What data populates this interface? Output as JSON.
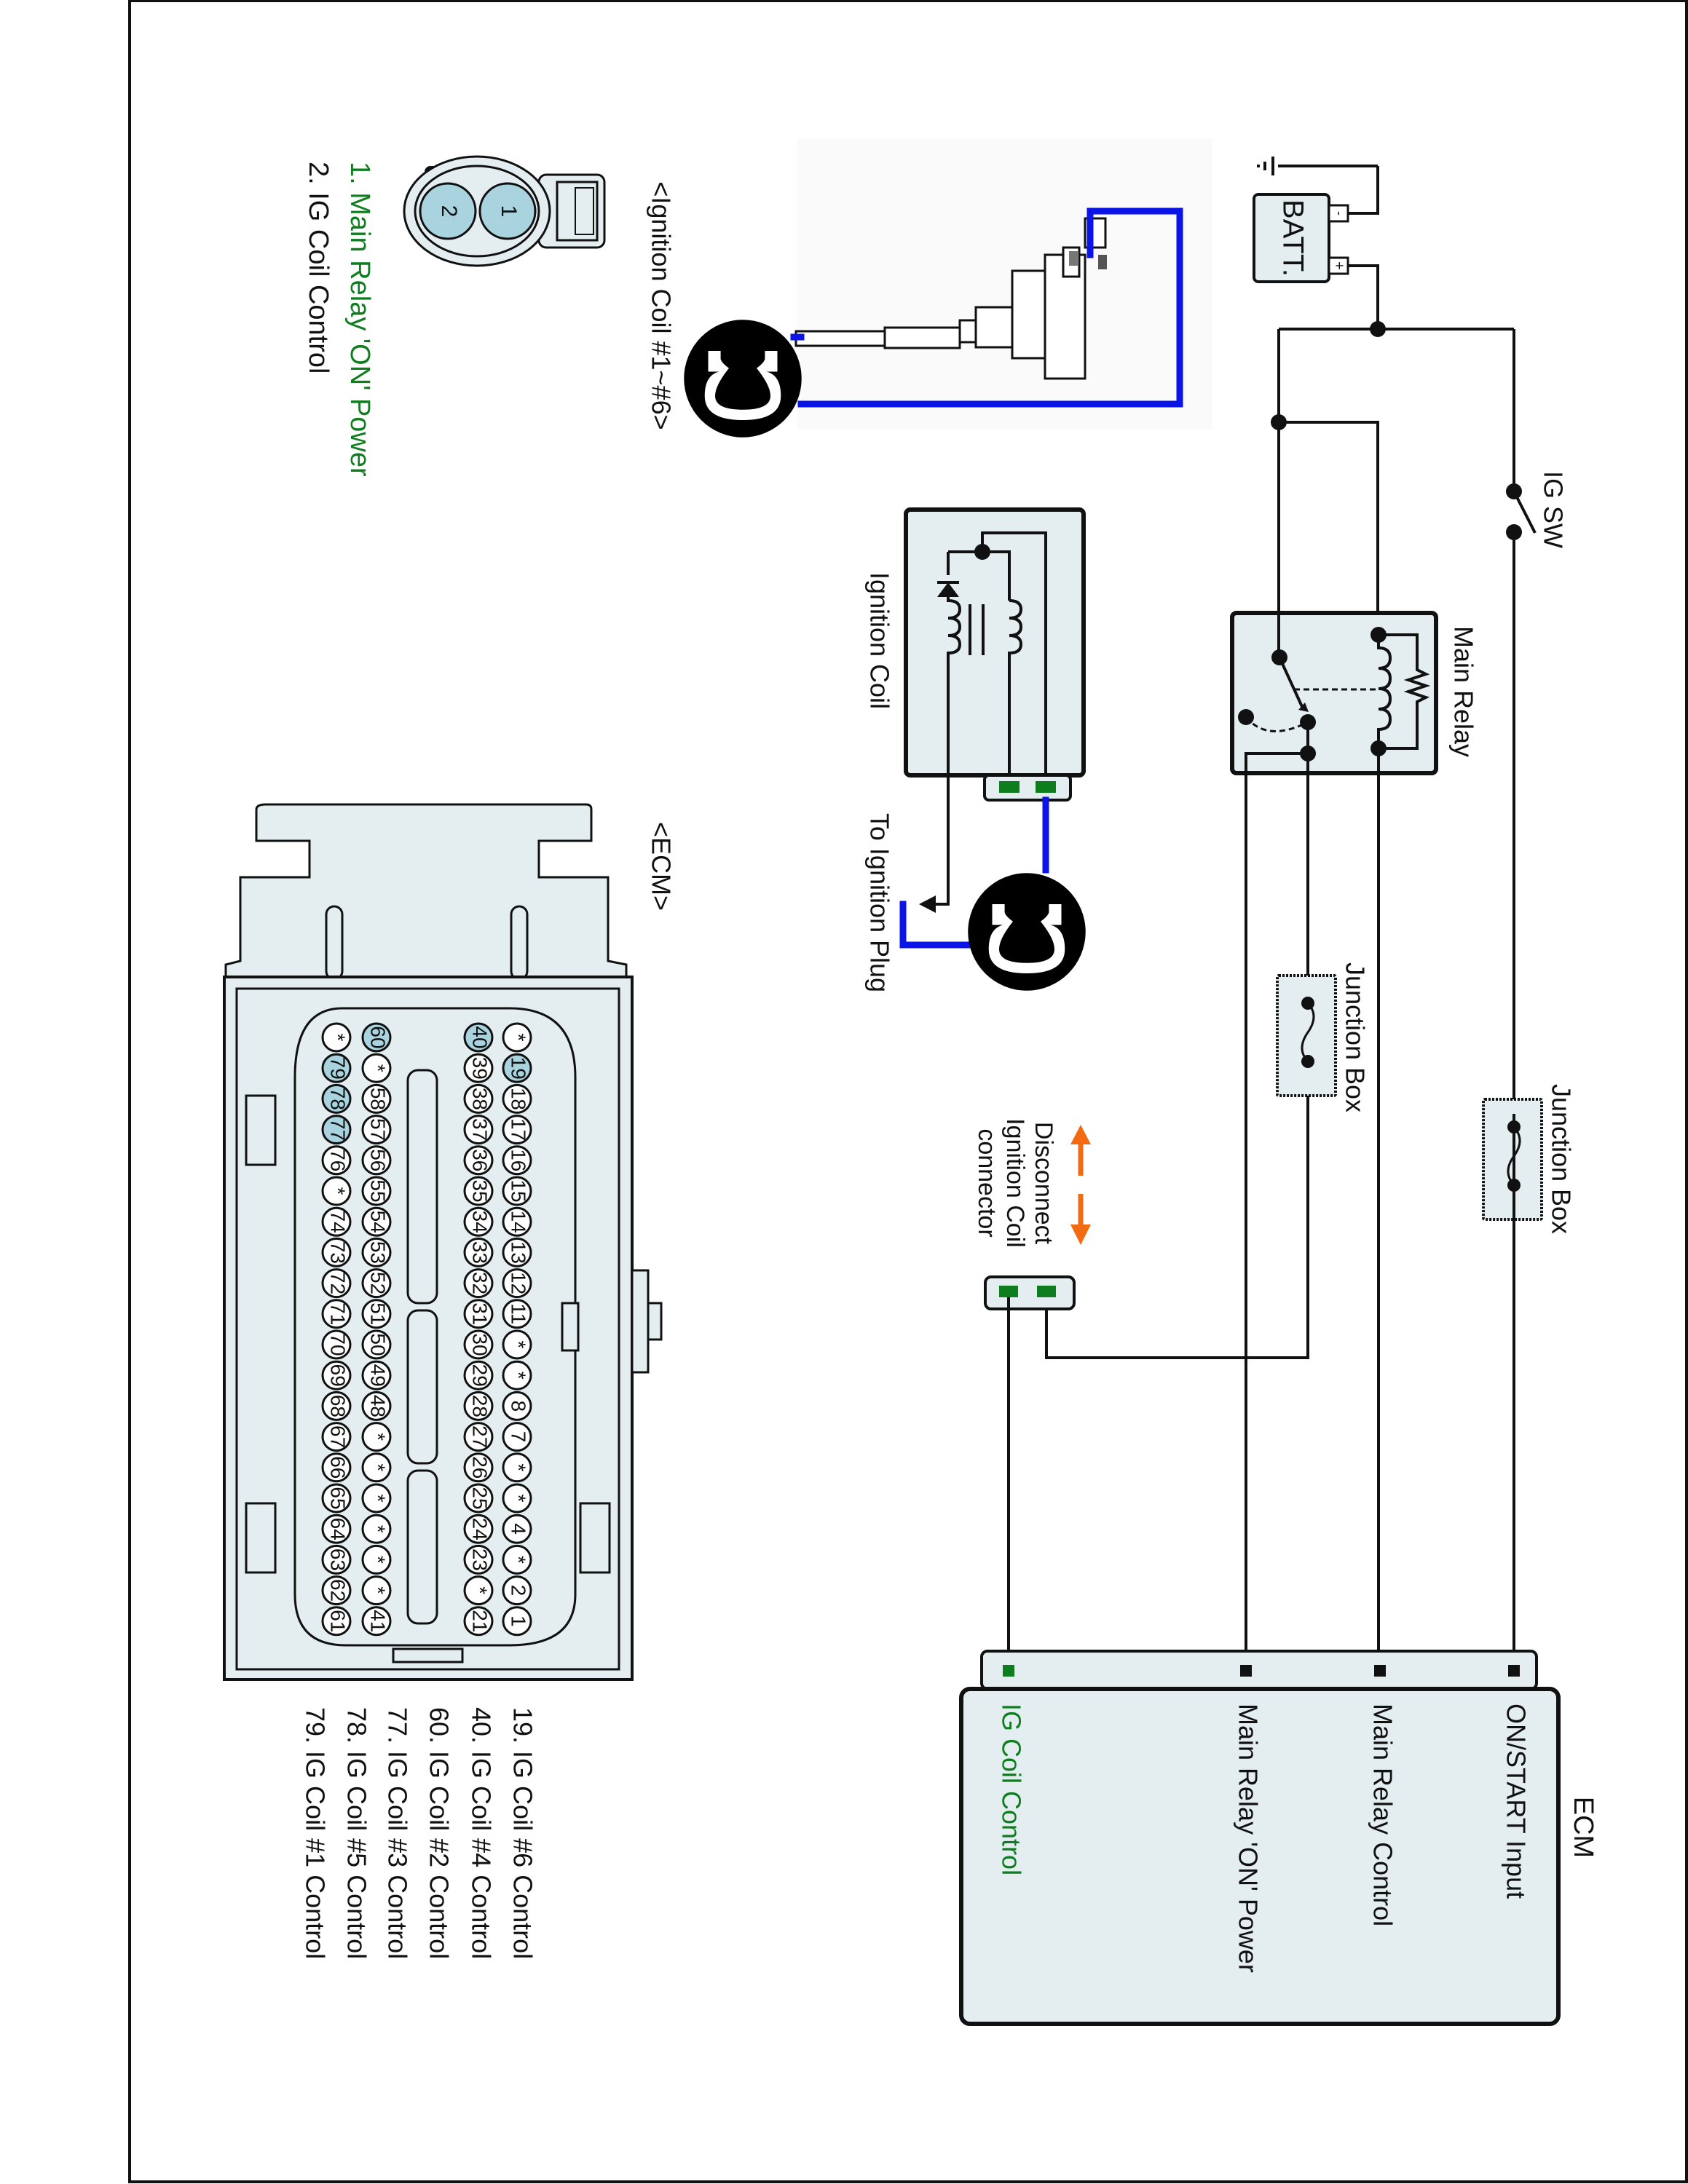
{
  "colors": {
    "wire": "#111111",
    "harness_wire": "#0a14e6",
    "component_fill": "#e4eef0",
    "terminal_green": "#0e7d1e",
    "highlight_pin": "#a9d3de",
    "label_green": "#0e7d1e",
    "arrow_orange": "#f26a12"
  },
  "components": {
    "battery": {
      "label": "BATT.",
      "neg": "-",
      "pos": "+"
    },
    "ig_switch": {
      "label": "IG SW"
    },
    "main_relay": {
      "label": "Main Relay"
    },
    "junction_box_1": {
      "label": "Junction Box"
    },
    "junction_box_2": {
      "label": "Junction Box"
    },
    "ignition_coil": {
      "label": "Ignition Coil"
    },
    "to_plug": {
      "label": "To Ignition Plug"
    },
    "disconnect": {
      "line1": "Disconnect",
      "line2": "Ignition Coil",
      "line3": "connector"
    },
    "ecm": {
      "title": "ECM",
      "terminals": [
        {
          "label": "ON/START Input",
          "highlight": false
        },
        {
          "label": "Main Relay Control",
          "highlight": false
        },
        {
          "label": "Main Relay 'ON' Power",
          "highlight": false
        },
        {
          "label": "IG Coil  Control",
          "highlight": true
        }
      ]
    }
  },
  "coil_connector": {
    "title": "<Ignition Coil #1~#6>",
    "pins": [
      "1",
      "2"
    ],
    "legend": [
      {
        "text": "1. Main Relay 'ON' Power",
        "highlight": true
      },
      {
        "text": "2. IG Coil  Control",
        "highlight": false
      }
    ]
  },
  "ecm_connector": {
    "title": "<ECM>",
    "rows": [
      [
        "*",
        "19",
        "18",
        "17",
        "16",
        "15",
        "14",
        "13",
        "12",
        "11",
        "*",
        "*",
        "8",
        "7",
        "*",
        "*",
        "4",
        "*",
        "2",
        "1"
      ],
      [
        "40",
        "39",
        "38",
        "37",
        "36",
        "35",
        "34",
        "33",
        "32",
        "31",
        "30",
        "29",
        "28",
        "27",
        "26",
        "25",
        "24",
        "23",
        "*",
        "21"
      ],
      [
        "60",
        "*",
        "58",
        "57",
        "56",
        "55",
        "54",
        "53",
        "52",
        "51",
        "50",
        "49",
        "48",
        "*",
        "*",
        "*",
        "*",
        "*",
        "*",
        "41"
      ],
      [
        "*",
        "79",
        "78",
        "77",
        "76",
        "*",
        "74",
        "73",
        "72",
        "71",
        "70",
        "69",
        "68",
        "67",
        "66",
        "65",
        "64",
        "63",
        "62",
        "61"
      ]
    ],
    "highlighted_pins": [
      "19",
      "40",
      "60",
      "77",
      "78",
      "79"
    ],
    "legend": [
      "19. IG Coil  #6  Control",
      "40. IG Coil  #4  Control",
      "60. IG Coil  #2  Control",
      "77. IG Coil  #3  Control",
      "78. IG Coil  #5  Control",
      "79. IG Coil  #1  Control"
    ]
  },
  "icons": {
    "coil_symbol": "omega-coil-icon",
    "ground": "ground-icon",
    "fuse": "fuse-icon",
    "disconnect_arrow": "double-arrow-icon"
  }
}
